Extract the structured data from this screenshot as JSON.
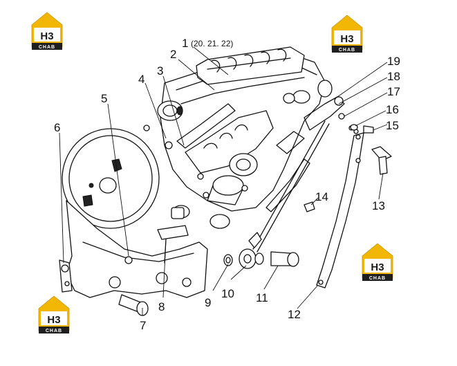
{
  "logo": {
    "top_text": "H3",
    "bottom_text": "CHAB",
    "accent": "#f2b705",
    "band": "#1f1f1f"
  },
  "callouts": [
    {
      "id": "1",
      "label": "1",
      "note": "(20. 21. 22)"
    },
    {
      "id": "2",
      "label": "2"
    },
    {
      "id": "3",
      "label": "3"
    },
    {
      "id": "4",
      "label": "4"
    },
    {
      "id": "5",
      "label": "5"
    },
    {
      "id": "6",
      "label": "6"
    },
    {
      "id": "7",
      "label": "7"
    },
    {
      "id": "8",
      "label": "8"
    },
    {
      "id": "9",
      "label": "9"
    },
    {
      "id": "10",
      "label": "10"
    },
    {
      "id": "11",
      "label": "11"
    },
    {
      "id": "12",
      "label": "12"
    },
    {
      "id": "13",
      "label": "13"
    },
    {
      "id": "14",
      "label": "14"
    },
    {
      "id": "15",
      "label": "15"
    },
    {
      "id": "16",
      "label": "16"
    },
    {
      "id": "17",
      "label": "17"
    },
    {
      "id": "18",
      "label": "18"
    },
    {
      "id": "19",
      "label": "19"
    }
  ]
}
